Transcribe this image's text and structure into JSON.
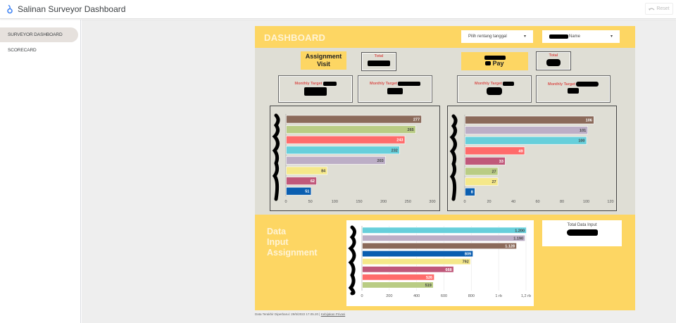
{
  "app": {
    "title": "Salinan Surveyor Dashboard",
    "reset_label": "Reset"
  },
  "sidebar": {
    "items": [
      {
        "label": "SURVEYOR DASHBOARD",
        "active": true
      },
      {
        "label": "SCORECARD",
        "active": false
      }
    ]
  },
  "report": {
    "header_title": "DASHBOARD",
    "date_range_dropdown": "Pilih rentang tanggal",
    "name_dropdown": "Name",
    "left_label": [
      "Assignment",
      "Visit"
    ],
    "left_total_label": "Total",
    "right_label": "Pay",
    "right_total_label": "Total",
    "monthly_target_label": "Monthly Target",
    "bottom_title": [
      "Data",
      "Input",
      "Assignment"
    ],
    "total_data_input_label": "Total Data Input",
    "footer_updated": "Data Terakhir Diperbarui: 29/5/2022 17.05.20",
    "footer_separator": "|",
    "footer_privacy": "Kebijakan Privasi"
  },
  "chart_data": [
    {
      "type": "bar",
      "orientation": "horizontal",
      "title": "Assignment Visit per Surveyor",
      "categories": [
        "(redacted 1)",
        "(redacted 2)",
        "(redacted 3)",
        "(redacted 4)",
        "(redacted 5)",
        "(redacted 6)",
        "(redacted 7)",
        "(redacted 8)"
      ],
      "values": [
        277,
        265,
        243,
        232,
        203,
        84,
        62,
        51
      ],
      "colors": [
        "#8b6a5a",
        "#b9cc84",
        "#ff6b6b",
        "#67cfdb",
        "#bcaec6",
        "#f5e88a",
        "#c0587a",
        "#0a5eb0"
      ],
      "xlim": [
        0,
        300
      ],
      "xticks": [
        "0",
        "50",
        "100",
        "150",
        "200",
        "250",
        "300"
      ],
      "grid": false
    },
    {
      "type": "bar",
      "orientation": "horizontal",
      "title": "Pay per Surveyor",
      "categories": [
        "(redacted 1)",
        "(redacted 2)",
        "(redacted 3)",
        "(redacted 4)",
        "(redacted 5)",
        "(redacted 6)",
        "(redacted 7)",
        "(redacted 8)"
      ],
      "values": [
        106,
        101,
        100,
        49,
        33,
        27,
        27,
        8
      ],
      "colors": [
        "#8b6a5a",
        "#bcaec6",
        "#67cfdb",
        "#ff6b6b",
        "#c0587a",
        "#b9cc84",
        "#f5e88a",
        "#0a5eb0"
      ],
      "xlim": [
        0,
        120
      ],
      "xticks": [
        "0",
        "20",
        "40",
        "60",
        "80",
        "100",
        "120"
      ],
      "grid": false
    },
    {
      "type": "bar",
      "orientation": "horizontal",
      "title": "Data Input Assignment",
      "categories": [
        "(redacted 1)",
        "(redacted 2)",
        "(redacted 3)",
        "(redacted 4)",
        "(redacted 5)",
        "(redacted 6)",
        "(redacted 7)",
        "(redacted 8)"
      ],
      "values": [
        1200,
        1190,
        1128,
        809,
        792,
        668,
        526,
        519
      ],
      "value_labels": [
        "1.200",
        "1.190",
        "1.128",
        "809",
        "792",
        "668",
        "526",
        "519"
      ],
      "colors": [
        "#67cfdb",
        "#bcaec6",
        "#8b6a5a",
        "#0a5eb0",
        "#f5e88a",
        "#c0587a",
        "#ff6b6b",
        "#b9cc84"
      ],
      "xlim": [
        0,
        1200
      ],
      "xticks": [
        "0",
        "200",
        "400",
        "600",
        "800",
        "1 rb",
        "1,2 rb"
      ],
      "grid": true
    }
  ]
}
